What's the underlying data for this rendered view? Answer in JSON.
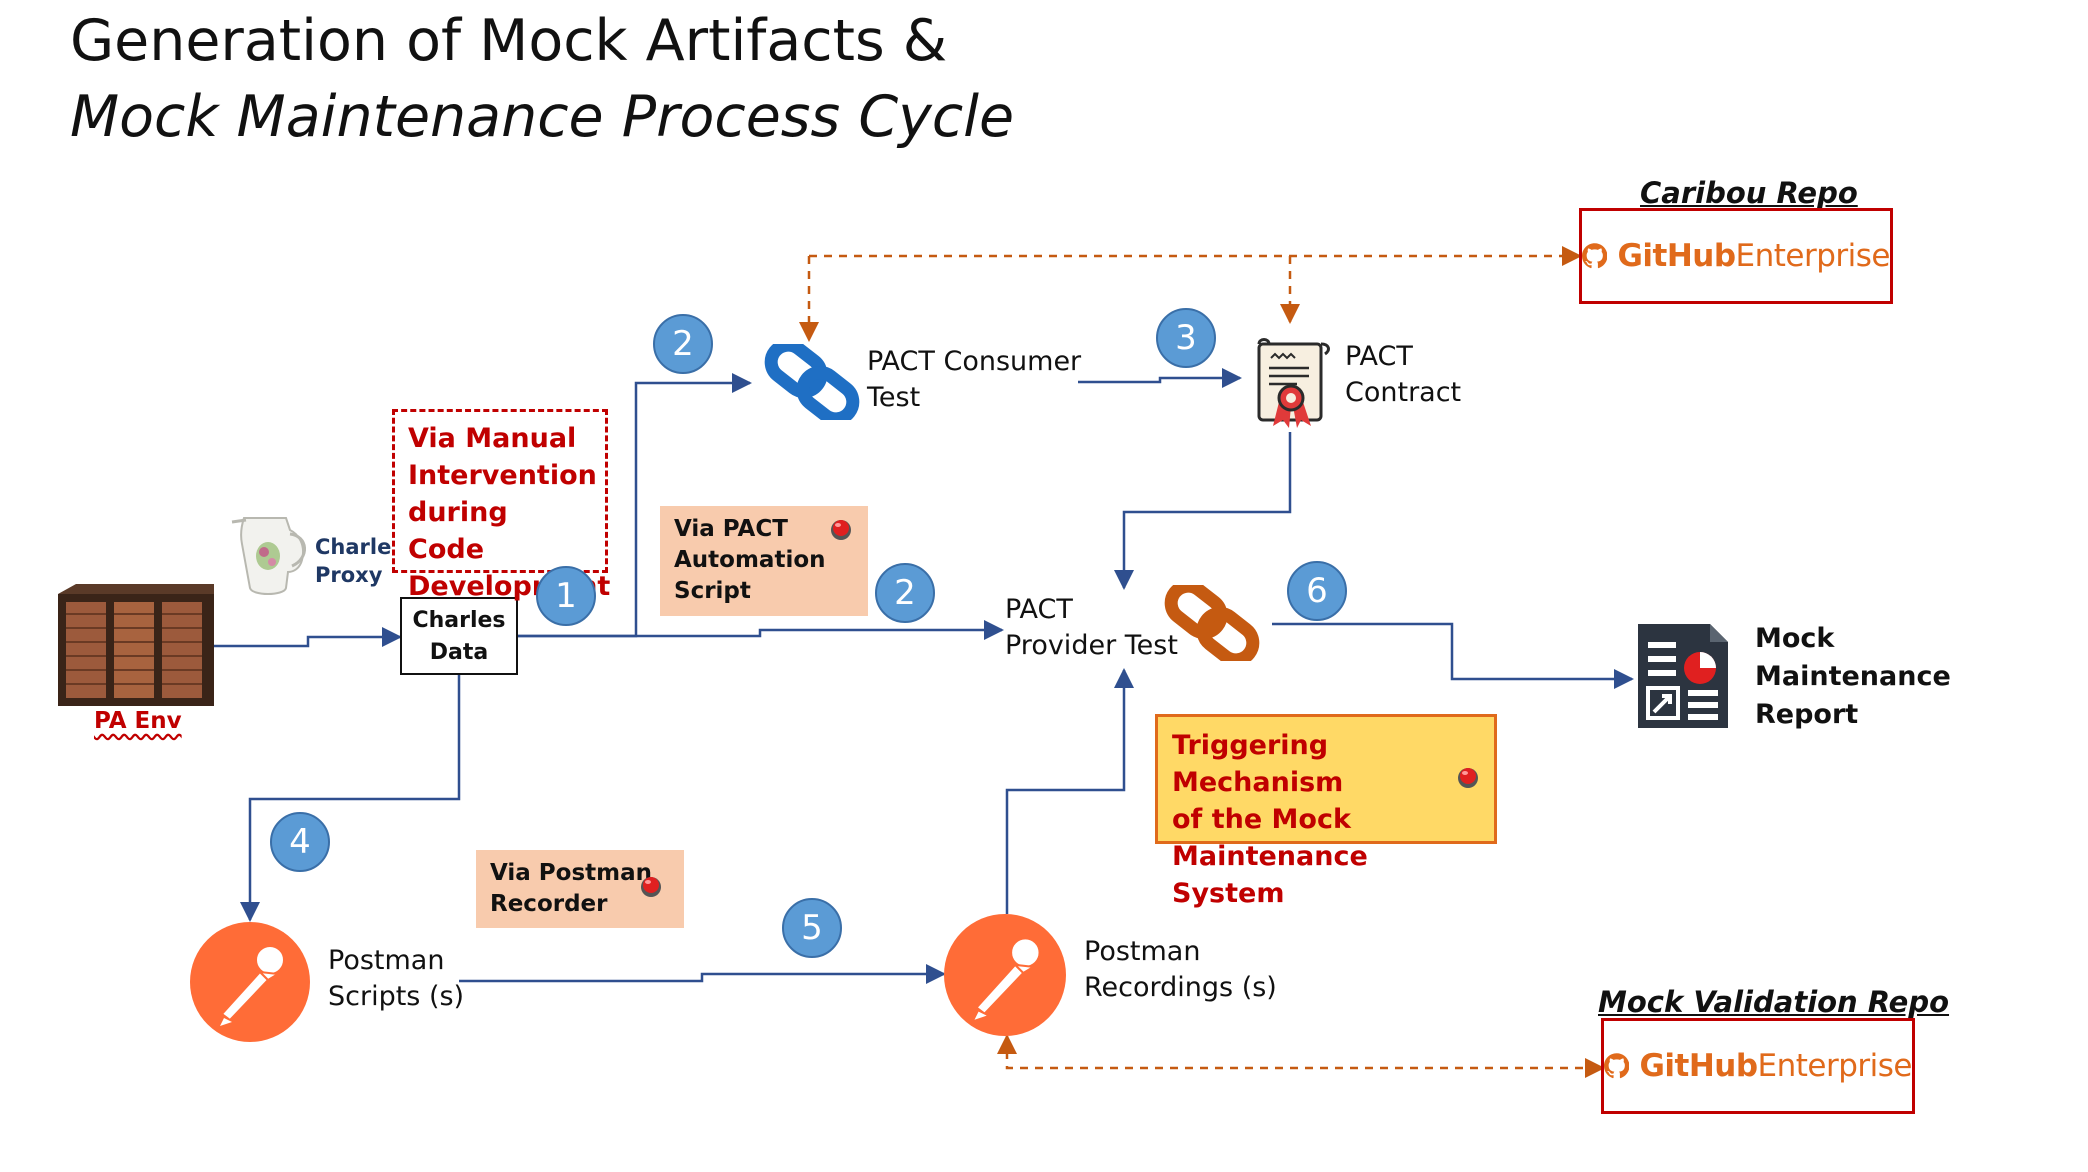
{
  "title": {
    "line1": "Generation of Mock Artifacts &",
    "line2": "Mock Maintenance Process Cycle"
  },
  "nodes": {
    "pa_env": {
      "label": "PA Env",
      "icon": "server-rack-icon"
    },
    "charles_proxy": {
      "label_line1": "Charles",
      "label_line2": "Proxy",
      "icon": "pitcher-icon"
    },
    "charles_data": {
      "line1": "Charles",
      "line2": "Data"
    },
    "pact_consumer": {
      "line1": "PACT Consumer",
      "line2": "Test",
      "icon": "chain-link-icon"
    },
    "pact_contract": {
      "line1": "PACT",
      "line2": "Contract",
      "icon": "certificate-icon"
    },
    "pact_provider": {
      "line1": "PACT",
      "line2": "Provider Test",
      "icon": "chain-link-icon"
    },
    "mock_report": {
      "line1": "Mock",
      "line2": "Maintenance",
      "line3": "Report",
      "icon": "report-icon"
    },
    "postman_scripts": {
      "line1": "Postman",
      "line2": "Scripts (s)",
      "icon": "postman-icon"
    },
    "postman_recordings": {
      "line1": "Postman",
      "line2": "Recordings (s)",
      "icon": "postman-icon"
    }
  },
  "notes": {
    "manual": {
      "line1": "Via Manual",
      "line2": "Intervention",
      "line3": "during Code",
      "line4": "Development"
    },
    "pact_script": {
      "line1": "Via PACT",
      "line2": "Automation",
      "line3": "Script"
    },
    "postman_recorder": {
      "line1": "Via Postman",
      "line2": "Recorder"
    },
    "trigger": {
      "line1": "Triggering Mechanism",
      "line2": "of the Mock",
      "line3": "Maintenance System"
    }
  },
  "repos": {
    "caribou": {
      "title": "Caribou Repo",
      "brand_bold": "GitHub",
      "brand_light": "Enterprise"
    },
    "mock_validation": {
      "title": "Mock Validation Repo",
      "brand_bold": "GitHub",
      "brand_light": "Enterprise"
    }
  },
  "steps": {
    "s1": "1",
    "s2a": "2",
    "s2b": "2",
    "s3": "3",
    "s4": "4",
    "s5": "5",
    "s6": "6"
  },
  "colors": {
    "flow_arrow": "#2f4f8f",
    "dashed_arrow": "#c55a11",
    "badge": "#5b9bd5",
    "accent_red": "#c00000",
    "postman": "#ff6c37",
    "link_blue": "#1f6fc4",
    "link_orange": "#c55a11",
    "peach": "#f8cbad",
    "trigger_fill": "#ffd966"
  }
}
